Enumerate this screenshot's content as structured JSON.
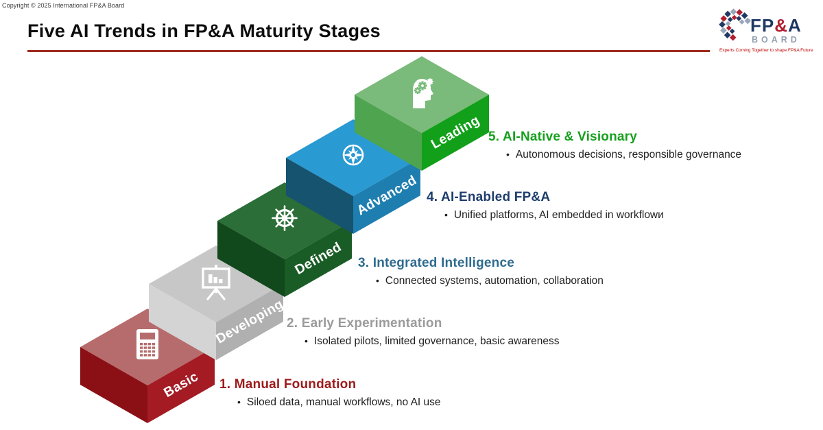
{
  "page": {
    "copyright": "Copyright © 2025 International FP&A Board",
    "title": "Five AI Trends in FP&A Maturity Stages",
    "underline_color": "#9e2b1c",
    "background": "#ffffff",
    "bullet_char": "•"
  },
  "logo": {
    "fp": "FP",
    "ampersand": "&",
    "a": "A",
    "board": "BOARD",
    "tagline": "Experts Coming Together to shape FP&A Future",
    "navy": "#1f3864",
    "red": "#b02030",
    "gray": "#93a1b1",
    "tagline_red": "#c00000"
  },
  "stages": [
    {
      "number": 1,
      "step_label": "Basic",
      "icon": "calculator-icon",
      "heading": "1. Manual Foundation",
      "bullet": "Siloed data, manual workflows, no AI use",
      "heading_color": "#9e1b1b",
      "box_colors": {
        "top": "#b66c6c",
        "left": "#8a1016",
        "front": "#a41b23"
      }
    },
    {
      "number": 2,
      "step_label": "Developing",
      "icon": "presentation-chart-icon",
      "heading": "2. Early Experimentation",
      "bullet": "Isolated pilots, limited governance, basic awareness",
      "heading_color": "#9b9b9b",
      "box_colors": {
        "top": "#c7c7c7",
        "left": "#d4d4d4",
        "front": "#b0b0b0"
      }
    },
    {
      "number": 3,
      "step_label": "Defined",
      "icon": "ship-wheel-icon",
      "heading": "3. Integrated Intelligence",
      "bullet": "Connected systems, automation, collaboration",
      "heading_color": "#2e6b8f",
      "box_colors": {
        "top": "#2b6e37",
        "left": "#12491c",
        "front": "#1a5c26"
      }
    },
    {
      "number": 4,
      "step_label": "Advanced",
      "icon": "compass-icon",
      "heading": "4. AI-Enabled FP&A",
      "bullet": "Unified platforms, AI embedded in workflowи",
      "heading_color": "#1e3d6d",
      "box_colors": {
        "top": "#2a9ad3",
        "left": "#16536f",
        "front": "#1e7eb0"
      }
    },
    {
      "number": 5,
      "step_label": "Leading",
      "icon": "head-gears-icon",
      "heading": "5. AI-Native & Visionary",
      "bullet": "Autonomous decisions, responsible governance",
      "heading_color": "#16a01d",
      "box_colors": {
        "top": "#7aba7a",
        "left": "#4fa44f",
        "front": "#12a01a"
      }
    }
  ]
}
